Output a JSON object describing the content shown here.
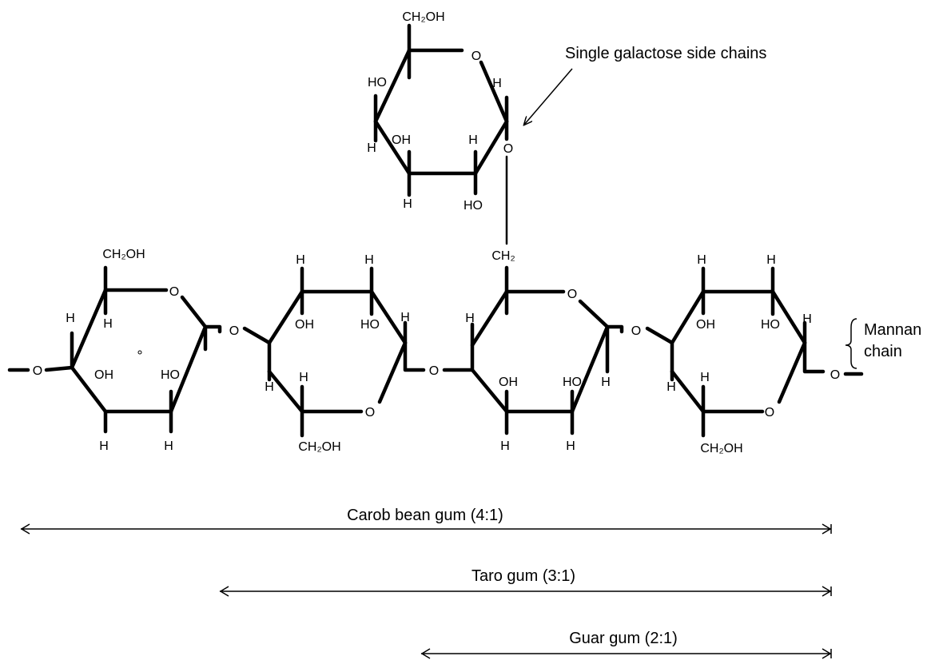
{
  "callouts": {
    "side_chain": "Single galactose side chains",
    "mannan_line1": "Mannan",
    "mannan_line2": "chain"
  },
  "atoms": {
    "gal_ch2oh": "CH₂OH",
    "gal_o_ring": "O",
    "gal_h_c1": "H",
    "gal_ho_c4": "HO",
    "gal_h_c4": "H",
    "gal_oh_c3": "OH",
    "gal_h_c2": "H",
    "gal_h_c3": "H",
    "gal_ho_c2": "HO",
    "gal_link_o": "O",
    "m3_ch2": "CH₂",
    "m1_ch2oh": "CH₂OH",
    "m1_o_ring": "O",
    "m1_h_c4": "H",
    "m1_h_c5": "H",
    "m1_oh_c3": "OH",
    "m1_ho_c2": "HO",
    "m1_h_c3": "H",
    "m1_h_c2": "H",
    "left_o": "O",
    "link_o_12": "O",
    "m2_h_c2": "H",
    "m2_h_c3": "H",
    "m2_oh_c2": "OH",
    "m2_ho_c3": "HO",
    "m2_h_c1": "H",
    "m2_h_c4": "H",
    "m2_h_c5": "H",
    "m2_o_ring": "O",
    "m2_ch2oh": "CH₂OH",
    "link_o_23": "O",
    "m3_h_c4": "H",
    "m3_o_ring": "O",
    "m3_oh_c3": "OH",
    "m3_ho_c2": "HO",
    "m3_h_c1": "H",
    "m3_h_c3": "H",
    "m3_h_c2": "H",
    "link_o_34": "O",
    "m4_h_c2": "H",
    "m4_h_c3": "H",
    "m4_oh_c2": "OH",
    "m4_ho_c3": "HO",
    "m4_h_c1": "H",
    "m4_h_c4": "H",
    "m4_h_c5": "H",
    "m4_o_ring": "O",
    "m4_ch2oh": "CH₂OH",
    "right_o": "O"
  },
  "ranges": [
    {
      "label": "Carob bean gum (4:1)"
    },
    {
      "label": "Taro gum (3:1)"
    },
    {
      "label": "Guar gum (2:1)"
    }
  ]
}
